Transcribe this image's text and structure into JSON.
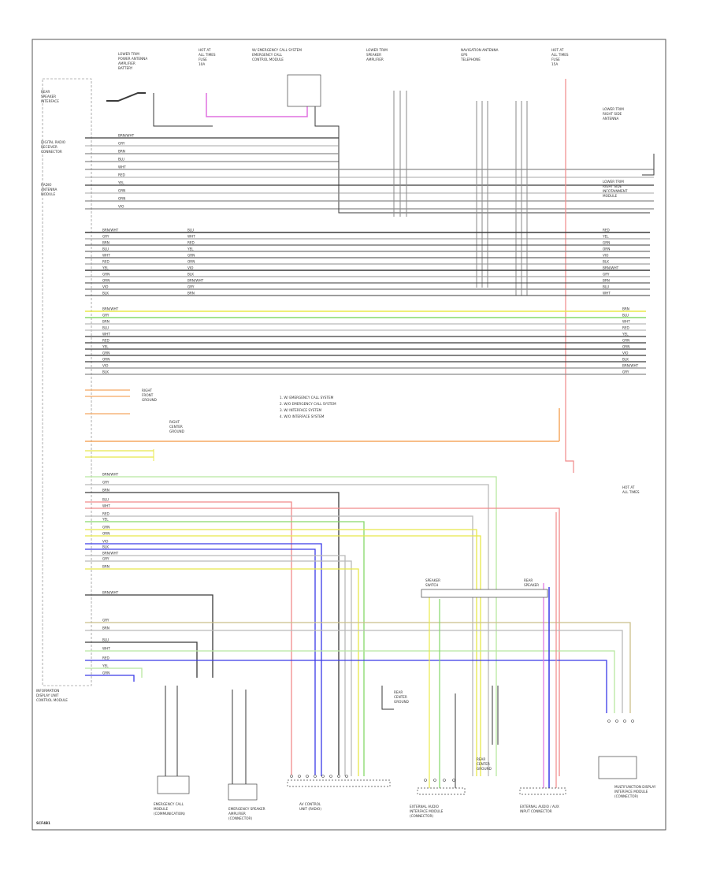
{
  "diagram": {
    "legend_notes": [
      "1. W/ EMERGENCY CALL SYSTEM",
      "2. W/O EMERGENCY CALL SYSTEM",
      "3. W/ INTERFACE SYSTEM",
      "4. W/O INTERFACE SYSTEM"
    ],
    "module_label": [
      "INFORMATION",
      "DISPLAY UNIT",
      "CONTROL MODULE"
    ],
    "components": {
      "left_terminal_label": [
        "REAR",
        "SPEAKER",
        "INTERFACE"
      ],
      "left_mid_label": [
        "DIGITAL RADIO",
        "RECEIVER",
        "CONNECTOR"
      ],
      "left_lower_label": [
        "RADIO",
        "ANTENNA",
        "MODULE"
      ],
      "top_ground_label": [
        "LOWER TRIM",
        "POWER ANTENNA",
        "AMPLIFIER",
        "BATTERY"
      ],
      "top_fuse_label": [
        "HOT AT",
        "ALL TIMES",
        "FUSE",
        "10A"
      ],
      "top_box_label": [
        "W/ EMERGENCY CALL SYSTEM",
        "EMERGENCY CALL",
        "CONTROL MODULE"
      ],
      "top_mic_label": [
        "LOWER TRIM",
        "SPEAKER",
        "AMPLIFIER"
      ],
      "top_ant_label": [
        "NAVIGATION ANTENNA",
        "GPS",
        "TELEPHONE"
      ],
      "top_right_fuse_label": [
        "HOT AT",
        "ALL TIMES",
        "FUSE",
        "15A"
      ],
      "right_conn_label_1": [
        "LOWER TRIM",
        "RIGHT SIDE",
        "ANTENNA"
      ],
      "right_conn_label_2": [
        "LOWER TRIM",
        "RIGHT SIDE",
        "INFOTAINMENT",
        "MODULE"
      ],
      "right_lower_label": [
        "HOT AT",
        "ALL TIMES"
      ],
      "wake_ground_1": [
        "RIGHT",
        "FRONT",
        "GROUND"
      ],
      "wake_ground_2": [
        "RIGHT",
        "CENTER",
        "GROUND"
      ],
      "block_center_left": [
        "SPEAKER",
        "SWITCH"
      ],
      "block_center_right": [
        "REAR",
        "SPEAKER"
      ],
      "bottom_mid_ground": [
        "REAR",
        "CENTER",
        "GROUND"
      ],
      "bottom_right_ground": [
        "REAR",
        "CENTER",
        "GROUND"
      ],
      "bottom_labels": [
        [
          "EMERGENCY CALL",
          "MODULE",
          "(COMMUNICATION)"
        ],
        [
          "EMERGENCY SPEAKER",
          "AMPLIFIER",
          "(CONNECTOR)"
        ],
        [
          "AV CONTROL",
          "UNIT (RADIO)"
        ],
        [
          "EXTERNAL AUDIO",
          "INTERFACE MODULE",
          "(CONNECTOR)"
        ],
        [
          "EXTERNAL AUDIO / AUX",
          "INPUT CONNECTOR"
        ],
        [
          "MULTIFUNCTION DISPLAY",
          "INTERFACE MODULE",
          "(CONNECTOR)"
        ]
      ]
    },
    "wire_labels": [
      "BRN/WHT",
      "GRY",
      "BRN",
      "BLU",
      "WHT",
      "RED",
      "YEL",
      "GRN",
      "ORN",
      "VIO",
      "BLK"
    ],
    "page_code": "SCF4B1"
  }
}
